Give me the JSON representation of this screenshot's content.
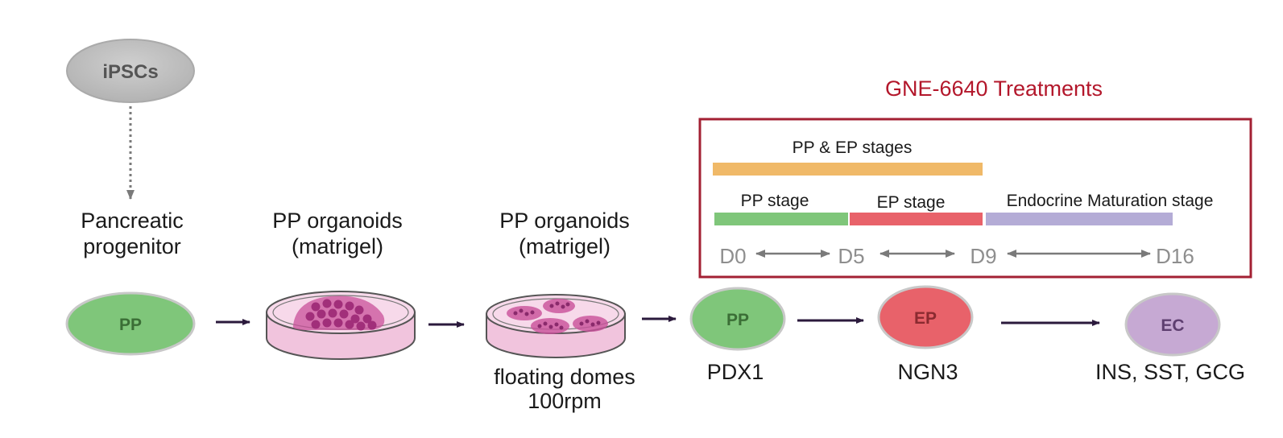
{
  "colors": {
    "pp_green": "#7fc67a",
    "ep_red": "#e8626a",
    "ec_purple": "#c6a9d3",
    "ipsc_gray": "#bcbcbc",
    "treatment_box": "#a32033",
    "orange_bar": "#f0b968",
    "maturation_bar": "#b4acd6",
    "dish_pink": "#f4cbe2",
    "organoid_magenta": "#c9509a"
  },
  "nodes": {
    "ipsc": "iPSCs",
    "pp1": "PP",
    "pp2": "PP",
    "ep": "EP",
    "ec": "EC"
  },
  "labels": {
    "pancreatic_line1": "Pancreatic",
    "pancreatic_line2": "progenitor",
    "org1_line1": "PP organoids",
    "org1_line2": "(matrigel)",
    "org2_line1": "PP organoids",
    "org2_line2": "(matrigel)",
    "floating_line1": "floating domes",
    "floating_line2": "100rpm",
    "marker_pp": "PDX1",
    "marker_ep": "NGN3",
    "marker_ec": "INS, SST, GCG"
  },
  "treatment": {
    "title": "GNE-6640 Treatments",
    "pp_ep_label": "PP & EP stages",
    "pp_label": "PP stage",
    "ep_label": "EP stage",
    "maturation_label": "Endocrine Maturation stage",
    "days": [
      "D0",
      "D5",
      "D9",
      "D16"
    ]
  }
}
